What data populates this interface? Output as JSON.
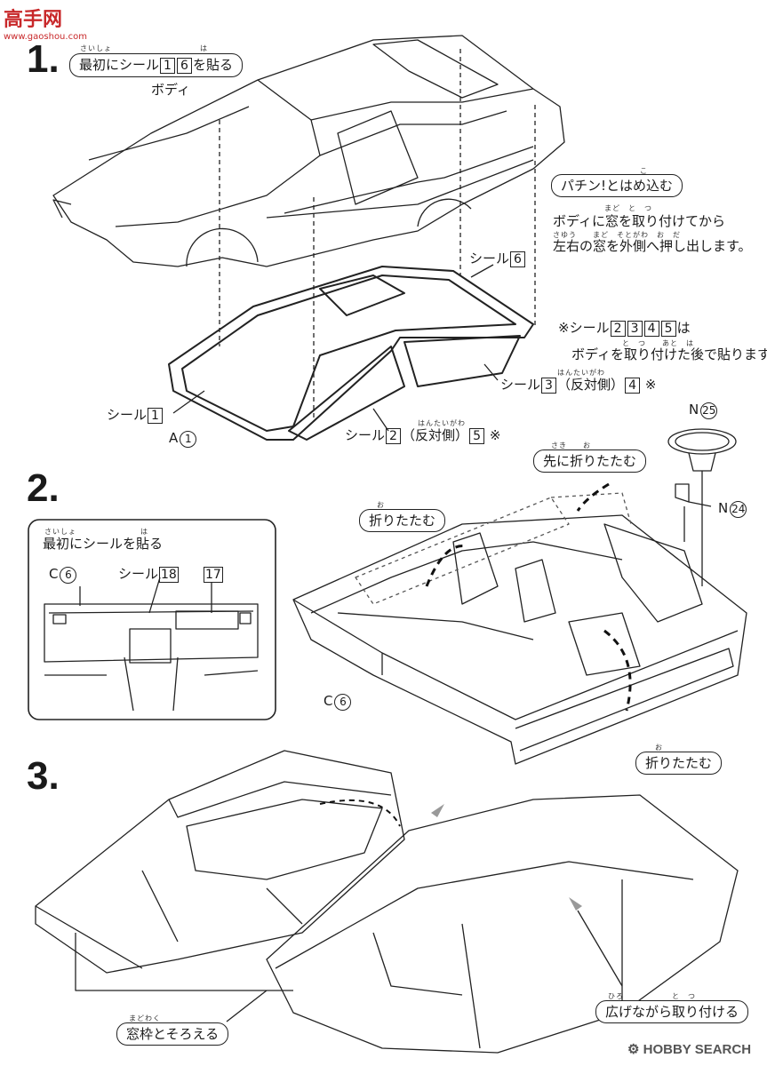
{
  "watermark": {
    "logo": "高手网",
    "url": "www.gaoshou.com"
  },
  "footer": {
    "brand": "HOBBY SEARCH"
  },
  "step1": {
    "number": "1.",
    "instruction_ruby": "さいしょ　　　　　　　　　　　は",
    "instruction_prefix": "最初にシール",
    "sticker_a": "1",
    "sticker_b": "6",
    "instruction_suffix": "を貼る",
    "label_body": "ボディ",
    "label_sticker6": "シール",
    "label_sticker6_num": "6",
    "snap_title": "パチン!とはめ込む",
    "snap_ruby_1": "まど　と　つ",
    "snap_line_1": "ボディに窓を取り付けてから",
    "snap_ruby_2": "さゆう　　まど　そとがわ　お　だ",
    "snap_line_2": "左右の窓を外側へ押し出します。",
    "note_prefix": "※シール",
    "note_nums": [
      "2",
      "3",
      "4",
      "5"
    ],
    "note_suffix": "は",
    "note_ruby": "と　つ　　あと　は",
    "note_line2": "ボディを取り付けた後で貼ります。",
    "label_sticker3": "シール",
    "label_sticker3_num": "3",
    "label_opposite_ruby": "はんたいがわ",
    "label_opposite": "（反対側）",
    "label_sticker3_num2": "4",
    "label_mark": "※",
    "label_sticker1": "シール",
    "label_sticker1_num": "1",
    "label_part_a": "A",
    "label_part_a_num": "1",
    "label_sticker2": "シール",
    "label_sticker2_num": "2",
    "label_sticker2_num2": "5"
  },
  "step2": {
    "number": "2.",
    "part_n25": "N",
    "part_n25_num": "25",
    "part_n24": "N",
    "part_n24_num": "24",
    "fold_first_ruby": "さき　　お",
    "fold_first": "先に折りたたむ",
    "fold_ruby": "お",
    "fold": "折りたたむ",
    "inset_ruby": "さいしょ　　　　　　　　は",
    "inset_title": "最初にシールを貼る",
    "inset_part": "C",
    "inset_part_num": "6",
    "inset_sticker": "シール",
    "inset_sticker_num": "18",
    "inset_sticker2": "17",
    "part_c": "C",
    "part_c_num": "6",
    "fold2_ruby": "お",
    "fold2": "折りたたむ"
  },
  "step3": {
    "number": "3.",
    "attach_ruby": "ひろ　　　　　　と　つ",
    "attach": "広げながら取り付ける",
    "align_ruby": "まどわく",
    "align": "窓枠とそろえる"
  }
}
